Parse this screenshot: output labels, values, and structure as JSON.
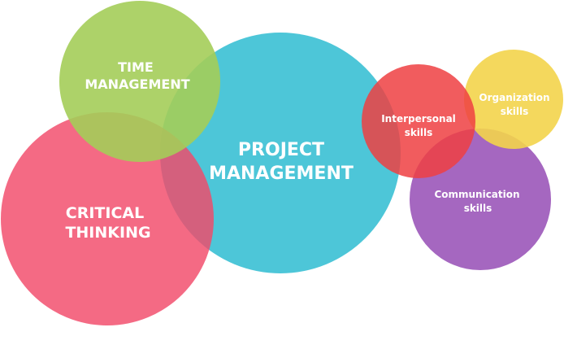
{
  "colors": {
    "project_management": "#4dc6d8",
    "time_management": "#a4cd59",
    "critical_thinking": "#f24969",
    "communication_skills": "#a567c0",
    "organization_skills": "#f3d44b",
    "interpersonal_skills": "#ef3f42",
    "label": "#ffffff"
  },
  "bubbles": {
    "project_management": {
      "line1": "PROJECT",
      "line2": "MANAGEMENT"
    },
    "time_management": {
      "line1": "TIME",
      "line2": "MANAGEMENT"
    },
    "critical_thinking": {
      "line1": "CRITICAL",
      "line2": "THINKING"
    },
    "interpersonal_skills": {
      "line1": "Interpersonal",
      "line2": "skills"
    },
    "organization_skills": {
      "line1": "Organization",
      "line2": "skills"
    },
    "communication_skills": {
      "line1": "Communication",
      "line2": "skills"
    }
  }
}
